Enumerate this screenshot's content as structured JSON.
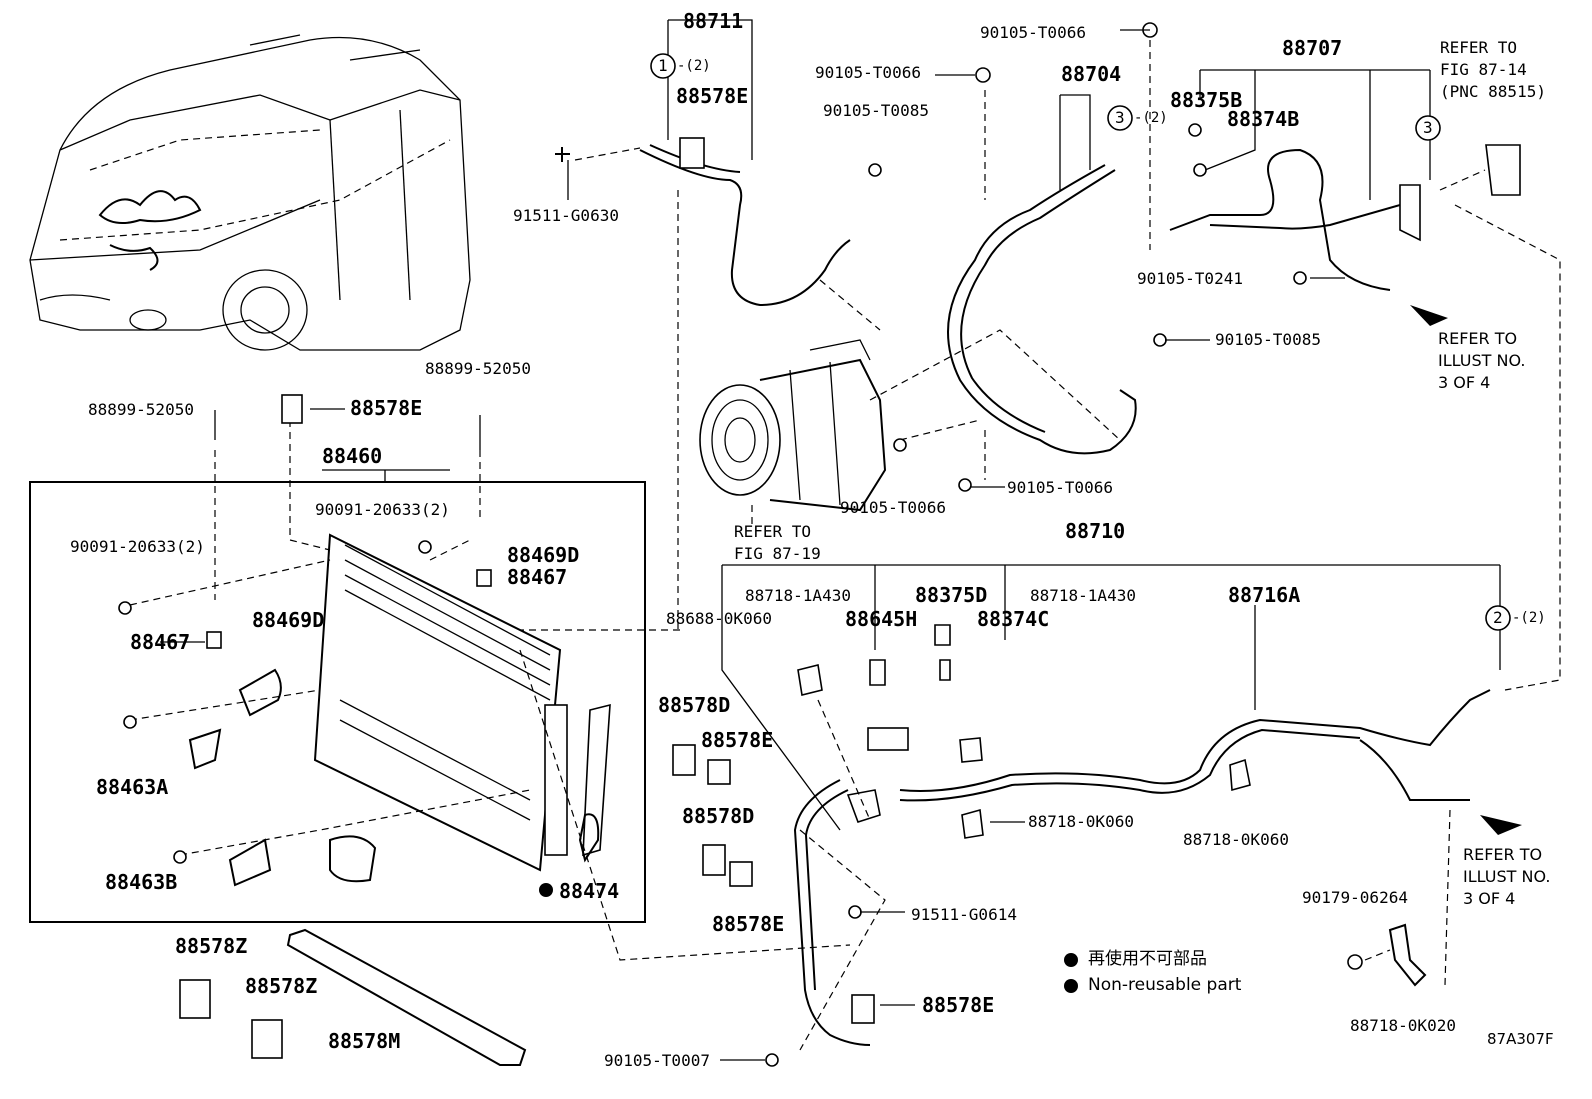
{
  "diagram_code": "87A307F",
  "part_labels": {
    "p88711": "88711",
    "p88578E_top": "88578E",
    "p91511_G0630": "91511-G0630",
    "p90105_T0066_a": "90105-T0066",
    "p90105_T0066_b": "90105-T0066",
    "p90105_T0085_a": "90105-T0085",
    "p88704": "88704",
    "p88707": "88707",
    "p88375B": "88375B",
    "p88374B": "88374B",
    "p90105_T0241": "90105-T0241",
    "p90105_T0085_b": "90105-T0085",
    "p90105_T0066_c": "90105-T0066",
    "p90105_T0066_d": "90105-T0066",
    "p88899_52050_a": "88899-52050",
    "p88899_52050_b": "88899-52050",
    "p88578E_mid": "88578E",
    "p88460": "88460",
    "p90091_20633_a": "90091-20633(2)",
    "p90091_20633_b": "90091-20633(2)",
    "p88469D_a": "88469D",
    "p88469D_b": "88469D",
    "p88467_a": "88467",
    "p88467_b": "88467",
    "p88463A": "88463A",
    "p88463B": "88463B",
    "p88474": "88474",
    "p88688_0K060": "88688-0K060",
    "p88710": "88710",
    "p88718_1A430_a": "88718-1A430",
    "p88718_1A430_b": "88718-1A430",
    "p88645H": "88645H",
    "p88375D": "88375D",
    "p88374C": "88374C",
    "p88716A": "88716A",
    "p88578D_a": "88578D",
    "p88578E_c": "88578E",
    "p88578D_b": "88578D",
    "p88578E_d": "88578E",
    "p88718_0K060_a": "88718-0K060",
    "p88718_0K060_b": "88718-0K060",
    "p91511_G0614": "91511-G0614",
    "p88578E_e": "88578E",
    "p90105_T0007": "90105-T0007",
    "p88578Z_a": "88578Z",
    "p88578Z_b": "88578Z",
    "p88578M": "88578M",
    "p90179_06264": "90179-06264",
    "p88718_0K020": "88718-0K020"
  },
  "callouts": {
    "c1_num": "1",
    "c1_qty": "-(2)",
    "c2_num": "2",
    "c2_qty": "-(2)",
    "c3_num_a": "3",
    "c3_qty": "-(2)",
    "c3_num_b": "3"
  },
  "refer_notes": {
    "fig_87_14": "REFER TO\nFIG 87-14\n(PNC 88515)",
    "illust_a": "REFER TO\nILLUST NO.\n3 OF 4",
    "fig_87_19": "REFER TO\nFIG 87-19",
    "illust_b": "REFER TO\nILLUST NO.\n3 OF 4"
  },
  "legend": {
    "japanese": "再使用不可部品",
    "english": "Non-reusable part"
  }
}
